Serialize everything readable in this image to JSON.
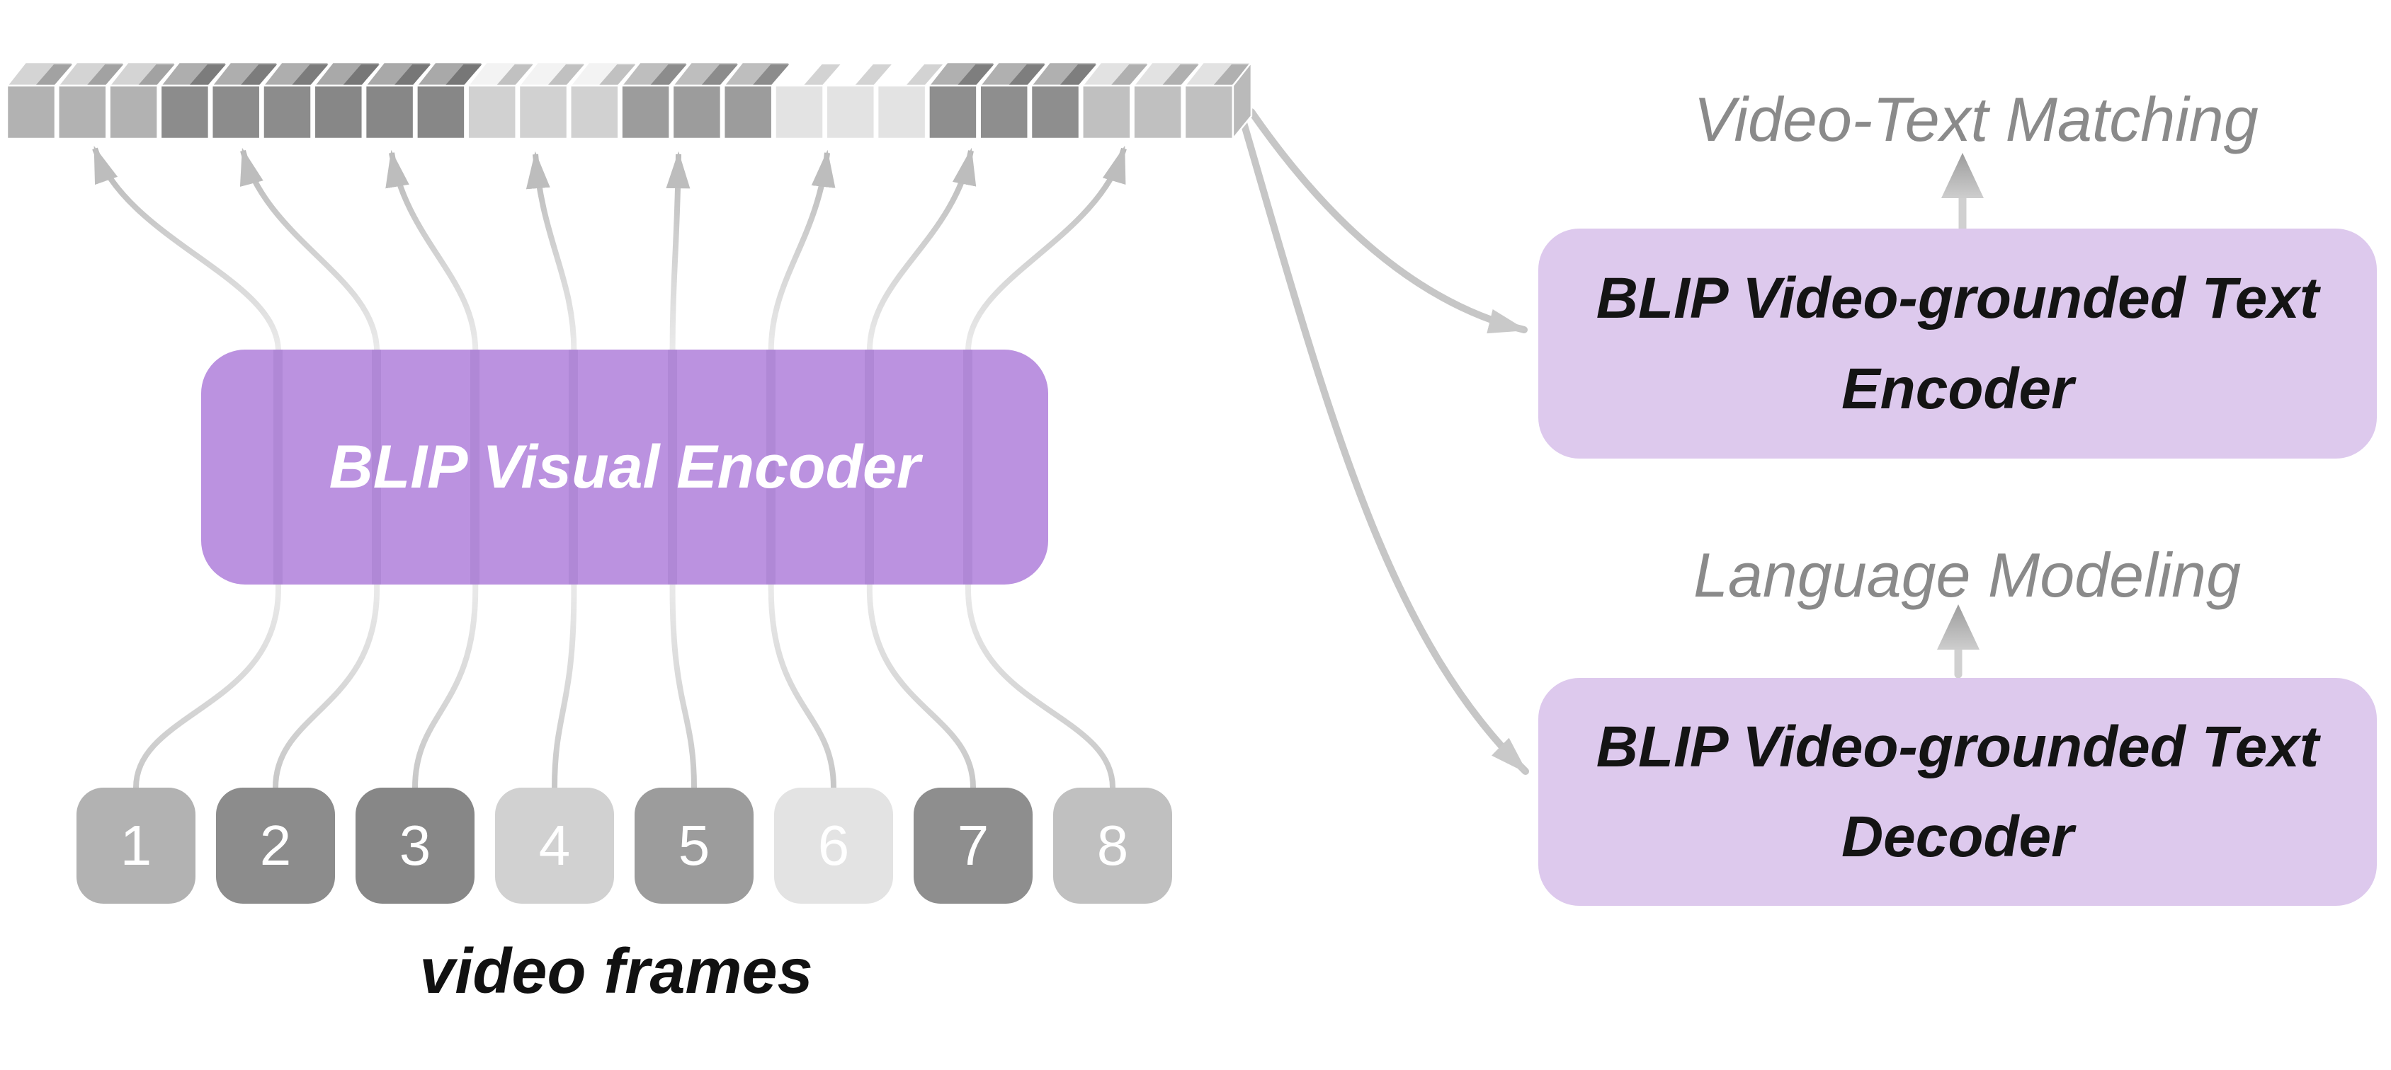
{
  "diagram": {
    "labels": {
      "video_frames": "video frames",
      "video_text_matching": "Video-Text Matching",
      "language_modeling": "Language Modeling"
    },
    "boxes": {
      "visual_encoder": "BLIP Visual Encoder",
      "text_encoder": {
        "line1": "BLIP Video-grounded Text",
        "line2": "Encoder"
      },
      "text_decoder": {
        "line1": "BLIP Video-grounded Text",
        "line2": "Decoder"
      }
    },
    "frames": [
      {
        "label": "1",
        "color": "#b2b2b2"
      },
      {
        "label": "2",
        "color": "#8c8c8c"
      },
      {
        "label": "3",
        "color": "#878787"
      },
      {
        "label": "4",
        "color": "#d1d1d1"
      },
      {
        "label": "5",
        "color": "#9c9c9c"
      },
      {
        "label": "6",
        "color": "#e3e3e3"
      },
      {
        "label": "7",
        "color": "#8e8e8e"
      },
      {
        "label": "8",
        "color": "#c0c0c0"
      }
    ],
    "tokens_per_frame": 3,
    "colors": {
      "visual_encoder_box": "#bb92e0",
      "text_box": "#ddc9ed",
      "gray_label_text": "#8a8a8a",
      "box_text_dark": "#141414",
      "box_text_light": "#ffffff",
      "frame_number_text": "#ffffff",
      "fan_arrow_dark": "#b6b6b6",
      "fan_arrow_light": "#eaeaea",
      "fan_arrow_near_frames": "#c7c7c7",
      "fan_arrow_head": "#bdbdbd",
      "right_arrow": "#c6c6c6",
      "right_arrow_head": "#c9c9c9",
      "vertical_arrow_shaft": "#d0d0d0",
      "vertical_arrow_head_top": "#9c9c9c",
      "vertical_arrow_head_bottom": "#cfcfcf",
      "cube_separator": "#ffffff"
    }
  }
}
